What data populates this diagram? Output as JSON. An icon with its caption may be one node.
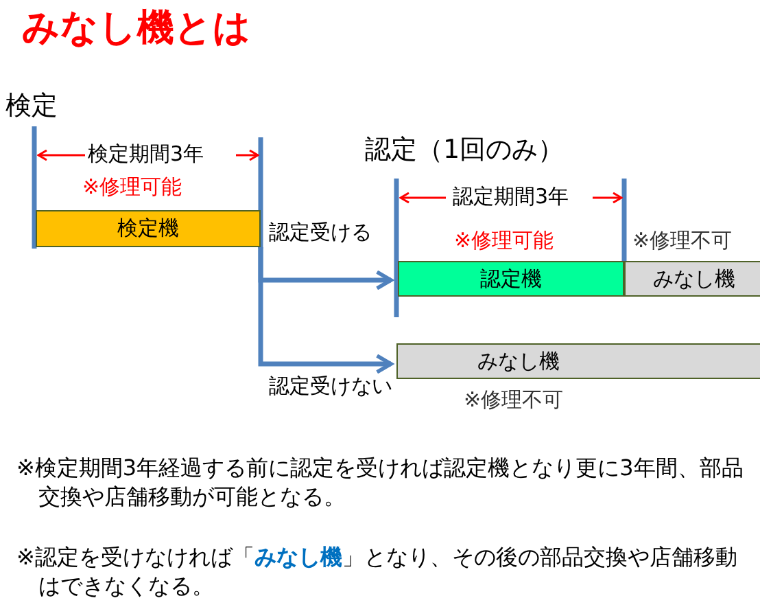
{
  "diagram": {
    "title": "みなし機とは",
    "nodes": [
      {
        "text": [
          "検定機"
        ]
      },
      {
        "text": [
          "認定機"
        ]
      },
      {
        "text": [
          "みなし機"
        ]
      },
      {
        "text": [
          "みなし機"
        ]
      }
    ],
    "edges": [
      {
        "from": 0,
        "to": 1,
        "arrow": "to",
        "label": "認定受ける"
      },
      {
        "from": 0,
        "to": 3,
        "arrow": "to",
        "label": "認定受けない"
      }
    ],
    "labels": [
      "検定",
      "検定期間3年",
      "※修理可能",
      "認定（1回のみ）",
      "認定期間3年",
      "※修理可能",
      "※修理不可",
      "※修理不可",
      "※検定期間3年経過する前に認定を受ければ認定機となり更に3年間、部品交換や店舗移動が可能となる。",
      "※認定を受けなければ「**みなし機**」となり、その後の部品交換や店舗移動はできなくなる。"
    ]
  }
}
